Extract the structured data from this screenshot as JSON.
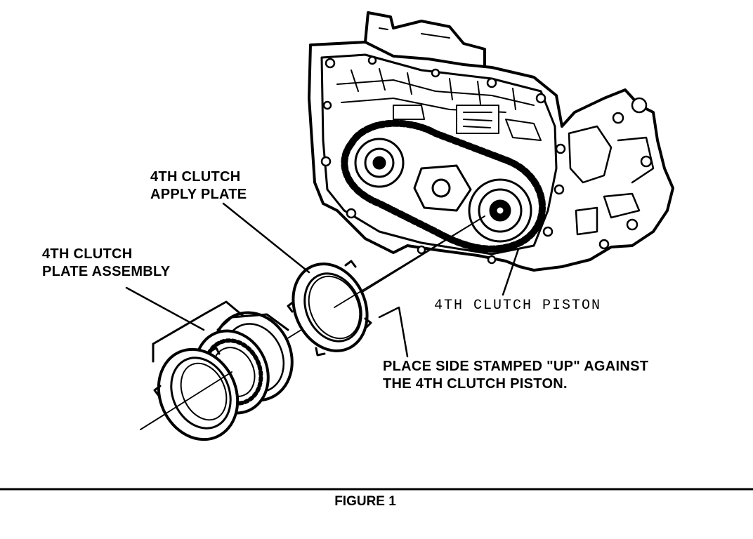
{
  "labels": {
    "apply_plate": [
      "4TH CLUTCH",
      "APPLY PLATE"
    ],
    "plate_assembly": [
      "4TH CLUTCH",
      "PLATE ASSEMBLY"
    ],
    "piston": "4TH CLUTCH PISTON",
    "note": [
      "PLACE SIDE STAMPED \"UP\" AGAINST",
      "THE 4TH CLUTCH PISTON."
    ]
  },
  "caption": "FIGURE 1"
}
